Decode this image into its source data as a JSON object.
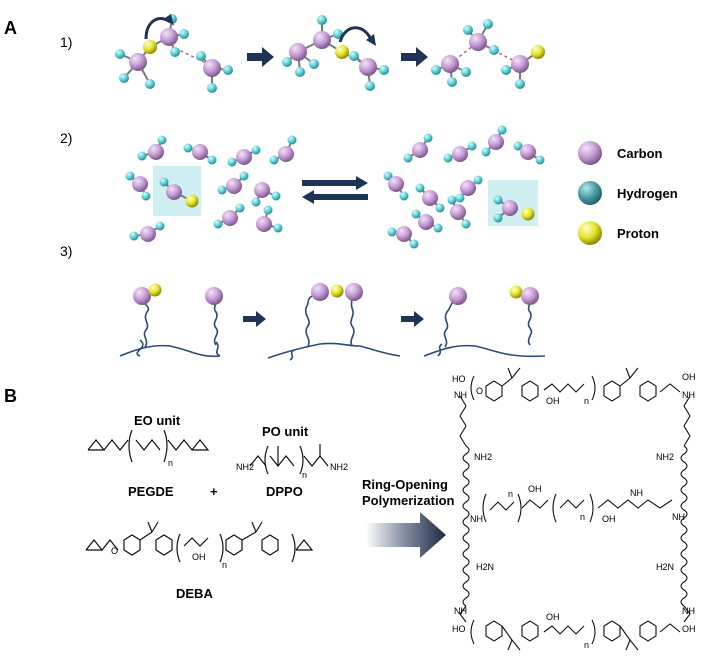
{
  "panels": {
    "a": {
      "label": "A",
      "steps": [
        "1)",
        "2)",
        "3)"
      ]
    },
    "b": {
      "label": "B"
    }
  },
  "legend": [
    {
      "name": "Carbon",
      "color": "#c79bd6"
    },
    {
      "name": "Hydrogen",
      "color": "#4f9fa5"
    },
    {
      "name": "Proton",
      "color": "#d7d911"
    }
  ],
  "colors": {
    "carbon": "#c79bd6",
    "hydrogen": "#5fd0d8",
    "proton": "#e6e42a",
    "arrow": "#1f3356",
    "chain": "#2a4c78",
    "highlight": "#cfeff3"
  },
  "chem": {
    "eo_unit": "EO unit",
    "po_unit": "PO unit",
    "pegde": "PEGDE",
    "dppo": "DPPO",
    "plus": "+",
    "deba": "DEBA",
    "rop_line1": "Ring-Opening",
    "rop_line2": "Polymerization",
    "n": "n",
    "oh": "OH",
    "nh": "NH",
    "nh2": "NH2",
    "o": "O",
    "h2n": "H2N",
    "ho": "HO"
  }
}
